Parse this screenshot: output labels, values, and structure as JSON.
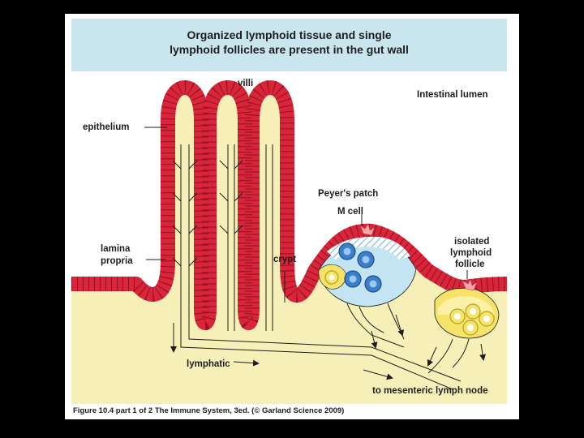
{
  "figure": {
    "title_line1": "Organized lymphoid tissue and single",
    "title_line2": "lymphoid follicles are present in the gut wall",
    "caption": "Figure 10.4 part 1 of 2 The Immune System, 3ed. (© Garland Science 2009)"
  },
  "labels": {
    "villi": "villi",
    "intestinal_lumen": "Intestinal lumen",
    "epithelium": "epithelium",
    "lamina_propria_line1": "lamina",
    "lamina_propria_line2": "propria",
    "crypt": "crypt",
    "peyers_patch": "Peyer's patch",
    "m_cell": "M cell",
    "isolated_line1": "isolated",
    "isolated_line2": "lymphoid",
    "isolated_line3": "follicle",
    "lymphatic": "lymphatic",
    "mesenteric": "to mesenteric lymph node"
  },
  "colors": {
    "background": "#000000",
    "title_band": "#c9e6ef",
    "tissue": "#f7efb8",
    "lumen": "#ffffff",
    "epithelium": "#d9253a",
    "dome": "#c3e4f2",
    "follicle": "#f6e36a",
    "lymphocyte_blue": "#3a7fc9"
  }
}
